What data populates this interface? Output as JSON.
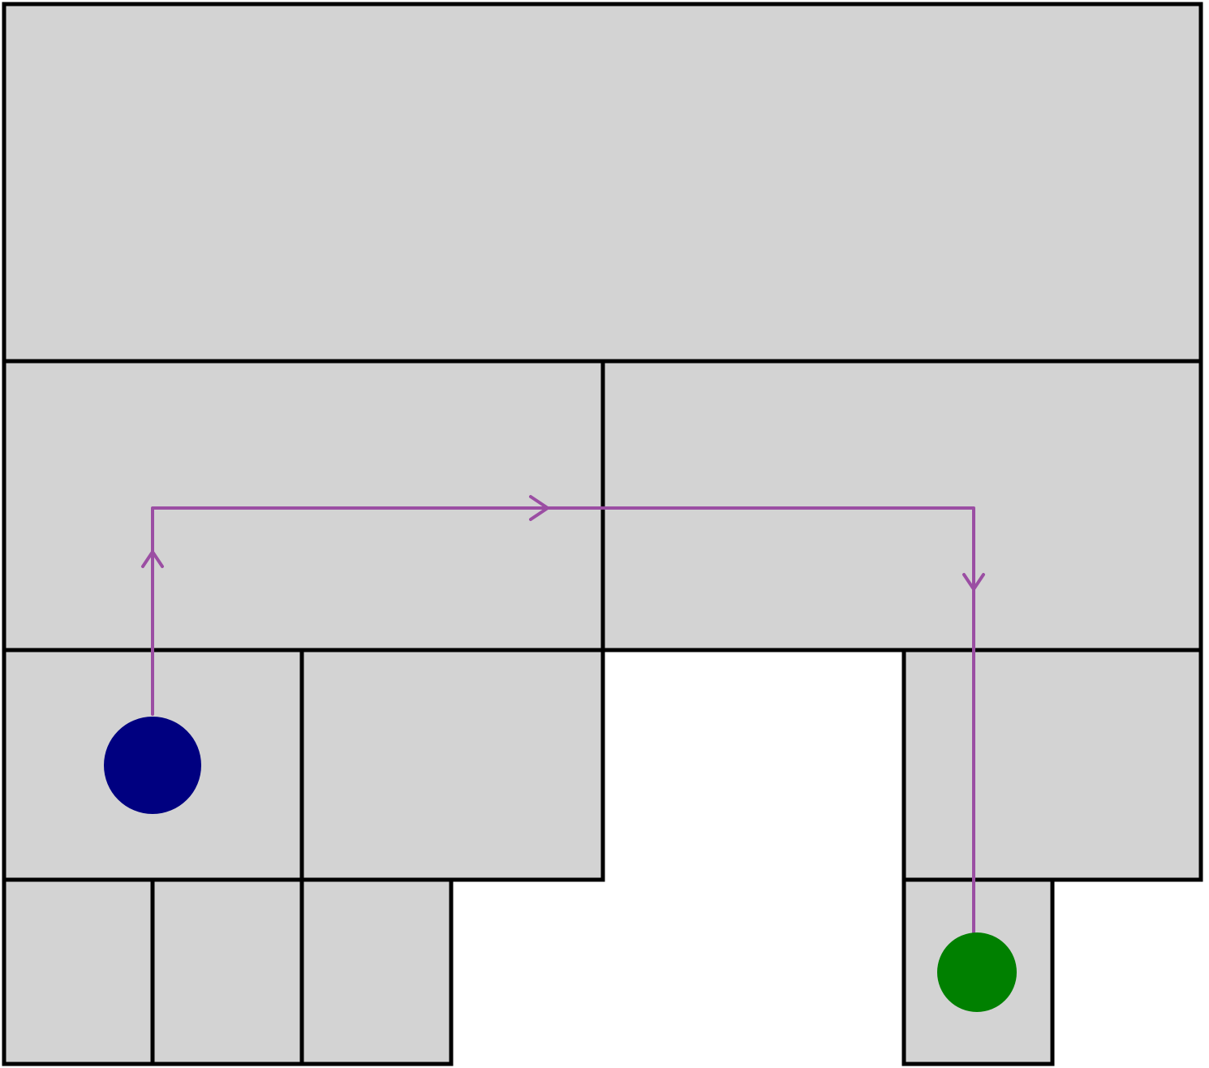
{
  "colors": {
    "room_fill": "#d3d3d3",
    "wall": "#000000",
    "background": "#ffffff",
    "path": "#9b4ea3",
    "start_marker": "#000080",
    "goal_marker": "#008000"
  },
  "rooms": [
    "room-top",
    "room-middle-left",
    "room-middle-right",
    "room-lower-left-a",
    "room-lower-left-b",
    "room-lower-right",
    "room-bottom-a",
    "room-bottom-b",
    "room-bottom-c",
    "room-bottom-right"
  ],
  "path": {
    "direction": [
      "up",
      "right",
      "down"
    ],
    "arrow_count": 3
  },
  "markers": {
    "start": "start-marker",
    "goal": "goal-marker"
  }
}
